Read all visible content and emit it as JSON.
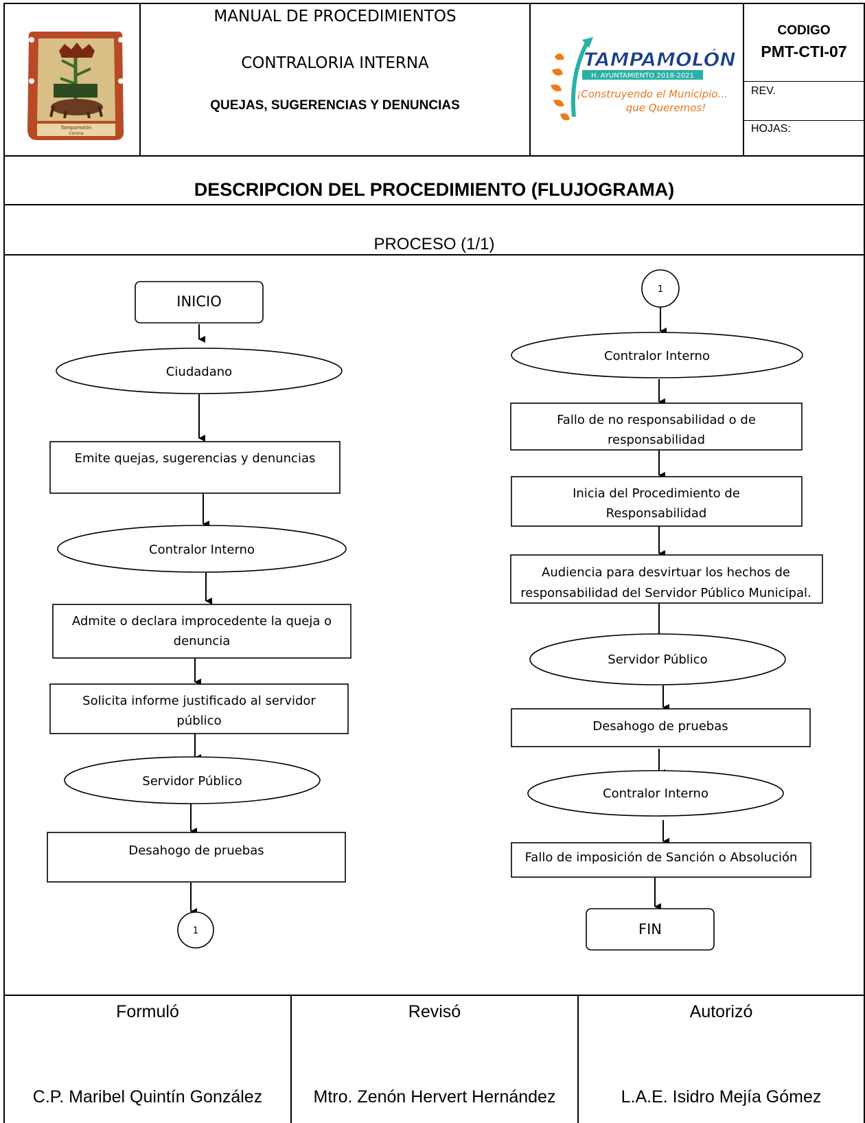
{
  "header": {
    "manual_title": "MANUAL DE PROCEDIMIENTOS",
    "department": "CONTRALORIA INTERNA",
    "procedure_name": "QUEJAS, SUGERENCIAS Y DENUNCIAS",
    "code_label": "CODIGO",
    "code_value": "PMT-CTI-07",
    "rev_label": "REV.",
    "sheets_label": "HOJAS:",
    "seal_caption_1": "Tampamolón",
    "seal_caption_2": "Corona",
    "logo": {
      "name": "TAMPAMOLÓN",
      "subtitle": "H. AYUNTAMIENTO  2018-2021",
      "slogan_1": "¡Construyendo el Municipio...",
      "slogan_2": "que Queremos!"
    }
  },
  "section_title": "DESCRIPCION DEL PROCEDIMIENTO (FLUJOGRAMA)",
  "process_label": "PROCESO  (1/1)",
  "flow_left": {
    "start": "INICIO",
    "actor_1": "Ciudadano",
    "step_1": "Emite quejas, sugerencias y denuncias",
    "actor_2": "Contralor Interno",
    "step_2_line1": "Admite   o declara improcedente la queja o",
    "step_2_line2": "denuncia",
    "step_3_line1": "Solicita informe justificado al servidor",
    "step_3_line2": "público",
    "actor_3": "Servidor Público",
    "step_4": "Desahogo de pruebas",
    "connector": "1"
  },
  "flow_right": {
    "connector": "1",
    "actor_1": "Contralor Interno",
    "step_1_line1": "Fallo de no responsabilidad o de",
    "step_1_line2": "responsabilidad",
    "step_2_line1": "Inicia del Procedimiento de",
    "step_2_line2": "Responsabilidad",
    "step_3_line1": "Audiencia para desvirtuar los hechos de",
    "step_3_line2": "responsabilidad del Servidor Público Municipal.",
    "actor_2": "Servidor Público",
    "step_4": "Desahogo de pruebas",
    "actor_3": "Contralor Interno",
    "step_5": "Fallo de imposición de Sanción o Absolución",
    "end": "FIN"
  },
  "signatures": {
    "formulo_label": "Formuló",
    "reviso_label": "Revisó",
    "autorizo_label": "Autorizó",
    "formulo_name": "C.P. Maribel Quintín González",
    "reviso_name": "Mtro. Zenón Hervert Hernández",
    "autorizo_name": "L.A.E. Isidro Mejía Gómez"
  }
}
